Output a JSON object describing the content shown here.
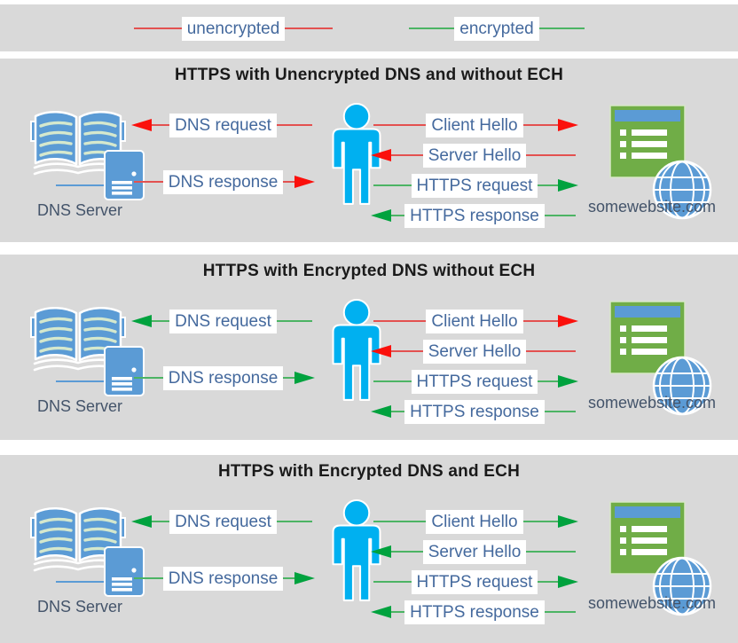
{
  "legend": {
    "items": [
      {
        "label": "unencrypted",
        "state": "unencrypted"
      },
      {
        "label": "encrypted",
        "state": "encrypted"
      }
    ]
  },
  "colors": {
    "panel_background": "#d9d9d9",
    "unencrypted_line": "#e35150",
    "unencrypted_arrowhead": "#fb100c",
    "encrypted_line": "#4cb464",
    "encrypted_arrowhead": "#00a23e",
    "arrow_label_text": "#44699d",
    "caption_text": "#44546a",
    "title_text": "#1a1a1a",
    "person_blue": "#00b0f0",
    "dns_icon_blue": "#5b9bd5",
    "website_green": "#70ad47"
  },
  "icons": {
    "dns": "open-book-and-server-icon",
    "user": "person-icon",
    "website": "browser-window-and-globe-icon"
  },
  "panels": [
    {
      "title": "HTTPS with Unencrypted DNS and without ECH",
      "dns_caption": "DNS Server",
      "site_caption": "somewebsite.com",
      "left_arrows": [
        {
          "label": "DNS request",
          "direction": "left",
          "state": "unencrypted"
        },
        {
          "label": "DNS response",
          "direction": "right",
          "state": "unencrypted"
        }
      ],
      "right_arrows": [
        {
          "label": "Client Hello",
          "direction": "right",
          "state": "unencrypted"
        },
        {
          "label": "Server Hello",
          "direction": "left",
          "state": "unencrypted"
        },
        {
          "label": "HTTPS request",
          "direction": "right",
          "state": "encrypted"
        },
        {
          "label": "HTTPS response",
          "direction": "left",
          "state": "encrypted"
        }
      ]
    },
    {
      "title": "HTTPS with Encrypted DNS without ECH",
      "dns_caption": "DNS Server",
      "site_caption": "somewebsite.com",
      "left_arrows": [
        {
          "label": "DNS request",
          "direction": "left",
          "state": "encrypted"
        },
        {
          "label": "DNS response",
          "direction": "right",
          "state": "encrypted"
        }
      ],
      "right_arrows": [
        {
          "label": "Client Hello",
          "direction": "right",
          "state": "unencrypted"
        },
        {
          "label": "Server Hello",
          "direction": "left",
          "state": "unencrypted"
        },
        {
          "label": "HTTPS request",
          "direction": "right",
          "state": "encrypted"
        },
        {
          "label": "HTTPS response",
          "direction": "left",
          "state": "encrypted"
        }
      ]
    },
    {
      "title": "HTTPS with Encrypted DNS and ECH",
      "dns_caption": "DNS Server",
      "site_caption": "somewebsite.com",
      "left_arrows": [
        {
          "label": "DNS request",
          "direction": "left",
          "state": "encrypted"
        },
        {
          "label": "DNS response",
          "direction": "right",
          "state": "encrypted"
        }
      ],
      "right_arrows": [
        {
          "label": "Client Hello",
          "direction": "right",
          "state": "encrypted"
        },
        {
          "label": "Server Hello",
          "direction": "left",
          "state": "encrypted"
        },
        {
          "label": "HTTPS request",
          "direction": "right",
          "state": "encrypted"
        },
        {
          "label": "HTTPS response",
          "direction": "left",
          "state": "encrypted"
        }
      ]
    }
  ]
}
